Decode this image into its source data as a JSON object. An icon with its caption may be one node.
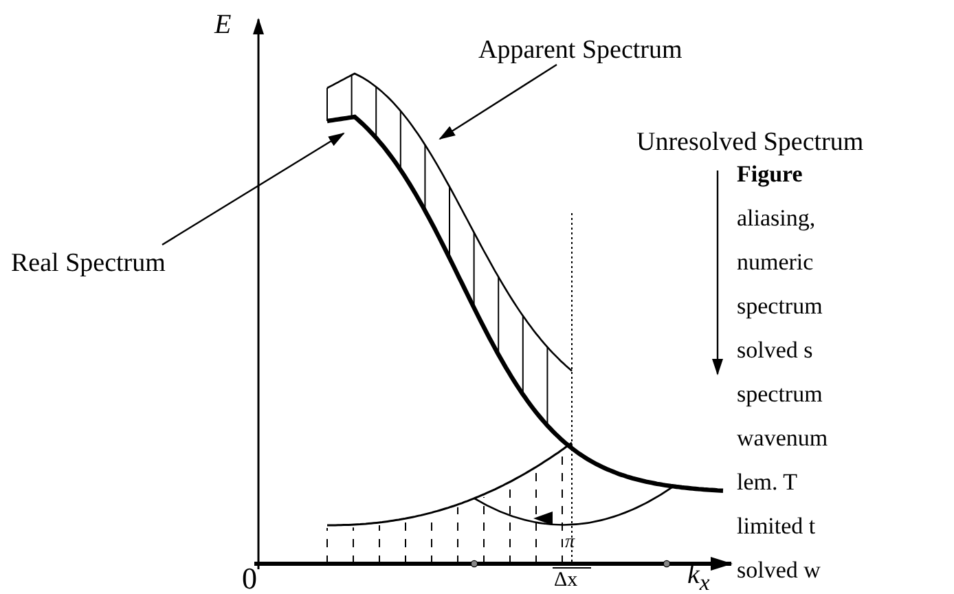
{
  "diagram": {
    "nodes": [
      {
        "text": [
          "Apparent Spectrum"
        ]
      },
      {
        "text": [],
        "shape": "curve"
      },
      {
        "text": [
          "Real Spectrum"
        ]
      },
      {
        "text": [],
        "shape": "curve"
      },
      {
        "text": [
          "Unresolved Spectrum"
        ]
      }
    ],
    "edges": [
      {
        "from": 0,
        "to": 1,
        "arrow": "to"
      },
      {
        "from": 2,
        "to": 3,
        "arrow": "to"
      },
      {
        "from": 4,
        "to": 3,
        "arrow": "to"
      }
    ],
    "labels": [
      "E",
      "0",
      "π",
      "Δx",
      "k$_{x}$",
      "Figure",
      "aliasing,",
      "numeric",
      "spectrum",
      "solved s",
      "spectrum",
      "wavenum",
      "lem. T",
      "limited t",
      "solved w"
    ]
  }
}
